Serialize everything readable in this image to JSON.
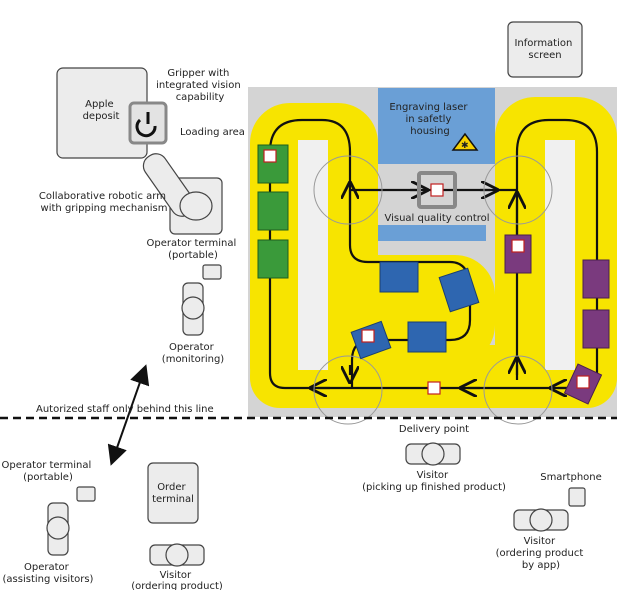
{
  "labels": {
    "apple_deposit": [
      "Apple",
      "deposit"
    ],
    "gripper": [
      "Gripper with",
      "integrated vision",
      "capability"
    ],
    "loading_area": "Loading area",
    "robot_arm": [
      "Collaborative robotic arm",
      "with gripping mechanism"
    ],
    "operator_terminal_top": [
      "Operator terminal",
      "(portable)"
    ],
    "operator_monitoring": [
      "Operator",
      "(monitoring)"
    ],
    "staff_line": "Autorized staff only behind this line",
    "operator_terminal_bottom": [
      "Operator terminal",
      "(portable)"
    ],
    "operator_assisting": [
      "Operator",
      "(assisting visitors)"
    ],
    "order_terminal": [
      "Order",
      "terminal"
    ],
    "visitor_ordering": [
      "Visitor",
      "(ordering product)"
    ],
    "engraving_laser": [
      "Engraving laser",
      "in safetly",
      "housing"
    ],
    "visual_quality": "Visual quality control",
    "information_screen": [
      "Information",
      "screen"
    ],
    "delivery_point": "Delivery point",
    "visitor_pickup": [
      "Visitor",
      "(picking up finished product)"
    ],
    "smartphone": "Smartphone",
    "visitor_app": [
      "Visitor",
      "(ordering product",
      "by app)"
    ]
  },
  "colors": {
    "track_yellow": "#f7e400",
    "floor_grey": "#d4d4d4",
    "housing_blue": "#6a9fd6",
    "carrier_green": "#3a9a3a",
    "carrier_blue": "#2e66b0",
    "carrier_purple": "#7a3a7e",
    "rail": "#111111"
  }
}
